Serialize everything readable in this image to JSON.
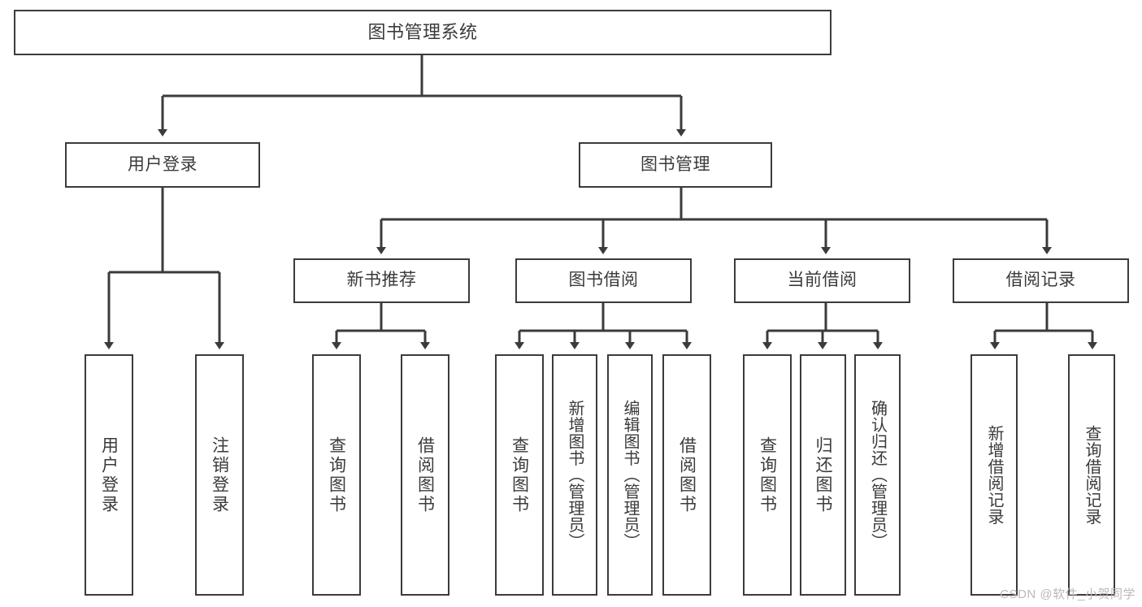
{
  "diagram": {
    "type": "tree",
    "title": "图书管理系统",
    "root": {
      "label": "图书管理系统"
    },
    "level1": [
      {
        "label": "用户登录"
      },
      {
        "label": "图书管理"
      }
    ],
    "level2": [
      {
        "label": "新书推荐"
      },
      {
        "label": "图书借阅"
      },
      {
        "label": "当前借阅"
      },
      {
        "label": "借阅记录"
      }
    ],
    "leaves": {
      "user_login": [
        {
          "label": "用户登录"
        },
        {
          "label": "注销登录"
        }
      ],
      "new_book_recommend": [
        {
          "label": "查询图书"
        },
        {
          "label": "借阅图书"
        }
      ],
      "book_borrow": [
        {
          "label": "查询图书"
        },
        {
          "label": "新增图书（管理员）"
        },
        {
          "label": "编辑图书（管理员）"
        },
        {
          "label": "借阅图书"
        }
      ],
      "current_borrow": [
        {
          "label": "查询图书"
        },
        {
          "label": "归还图书"
        },
        {
          "label": "确认归还（管理员）"
        }
      ],
      "borrow_record": [
        {
          "label": "新增借阅记录"
        },
        {
          "label": "查询借阅记录"
        }
      ]
    }
  },
  "watermark": {
    "text": "CSDN @软件_小贺同学"
  },
  "colors": {
    "stroke": "#3b3b3b",
    "background": "#ffffff",
    "text": "#3b3b3b",
    "watermark": "#b9b9b9"
  }
}
